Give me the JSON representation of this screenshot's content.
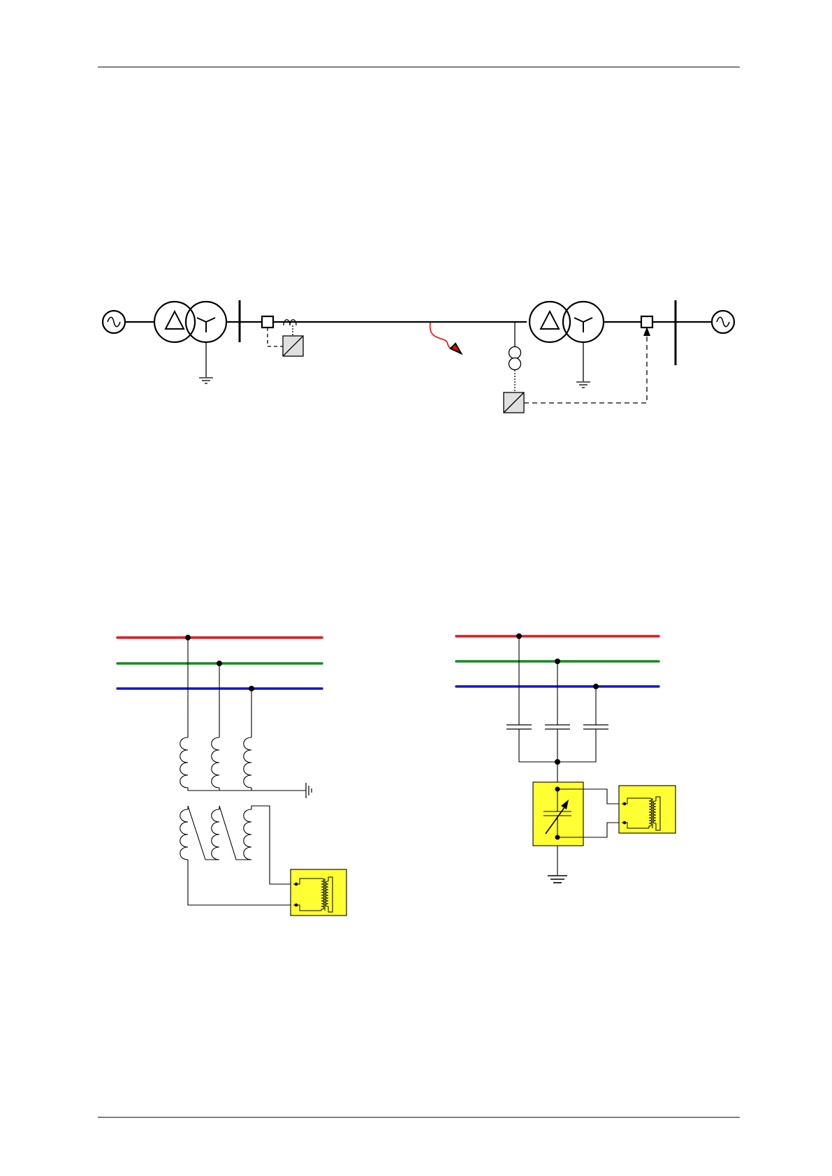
{
  "page": {
    "background": "#ffffff",
    "rule_color": "#333333"
  },
  "colors": {
    "line": "#000000",
    "phase_a": "#e8141c",
    "phase_b": "#148c1e",
    "phase_c": "#1414d2",
    "device_fill": "#ffff33",
    "relay_fill": "#e0e0e0",
    "fault_arrow": "#ff0000"
  },
  "diagrams": [
    {
      "name": "single-line-diagram",
      "components": [
        "ac-source-left",
        "transformer-left",
        "ground-left",
        "busbar-left",
        "circuit-breaker-left",
        "current-transformer",
        "protection-relay-left",
        "transmission-line",
        "fault-arrow",
        "voltage-transformer",
        "protection-relay-right",
        "transformer-right",
        "ground-right",
        "circuit-breaker-right",
        "busbar-right",
        "ac-source-right"
      ]
    },
    {
      "name": "inductive-voltage-transformer-schematic",
      "components": [
        "phase-bus-red",
        "phase-bus-green",
        "phase-bus-blue",
        "primary-windings",
        "earth-symbol",
        "secondary-windings",
        "measuring-device"
      ]
    },
    {
      "name": "capacitive-divider-schematic",
      "components": [
        "phase-bus-red",
        "phase-bus-green",
        "phase-bus-blue",
        "coupling-capacitors",
        "variable-capacitor-unit",
        "measuring-device",
        "earth-symbol"
      ]
    }
  ]
}
